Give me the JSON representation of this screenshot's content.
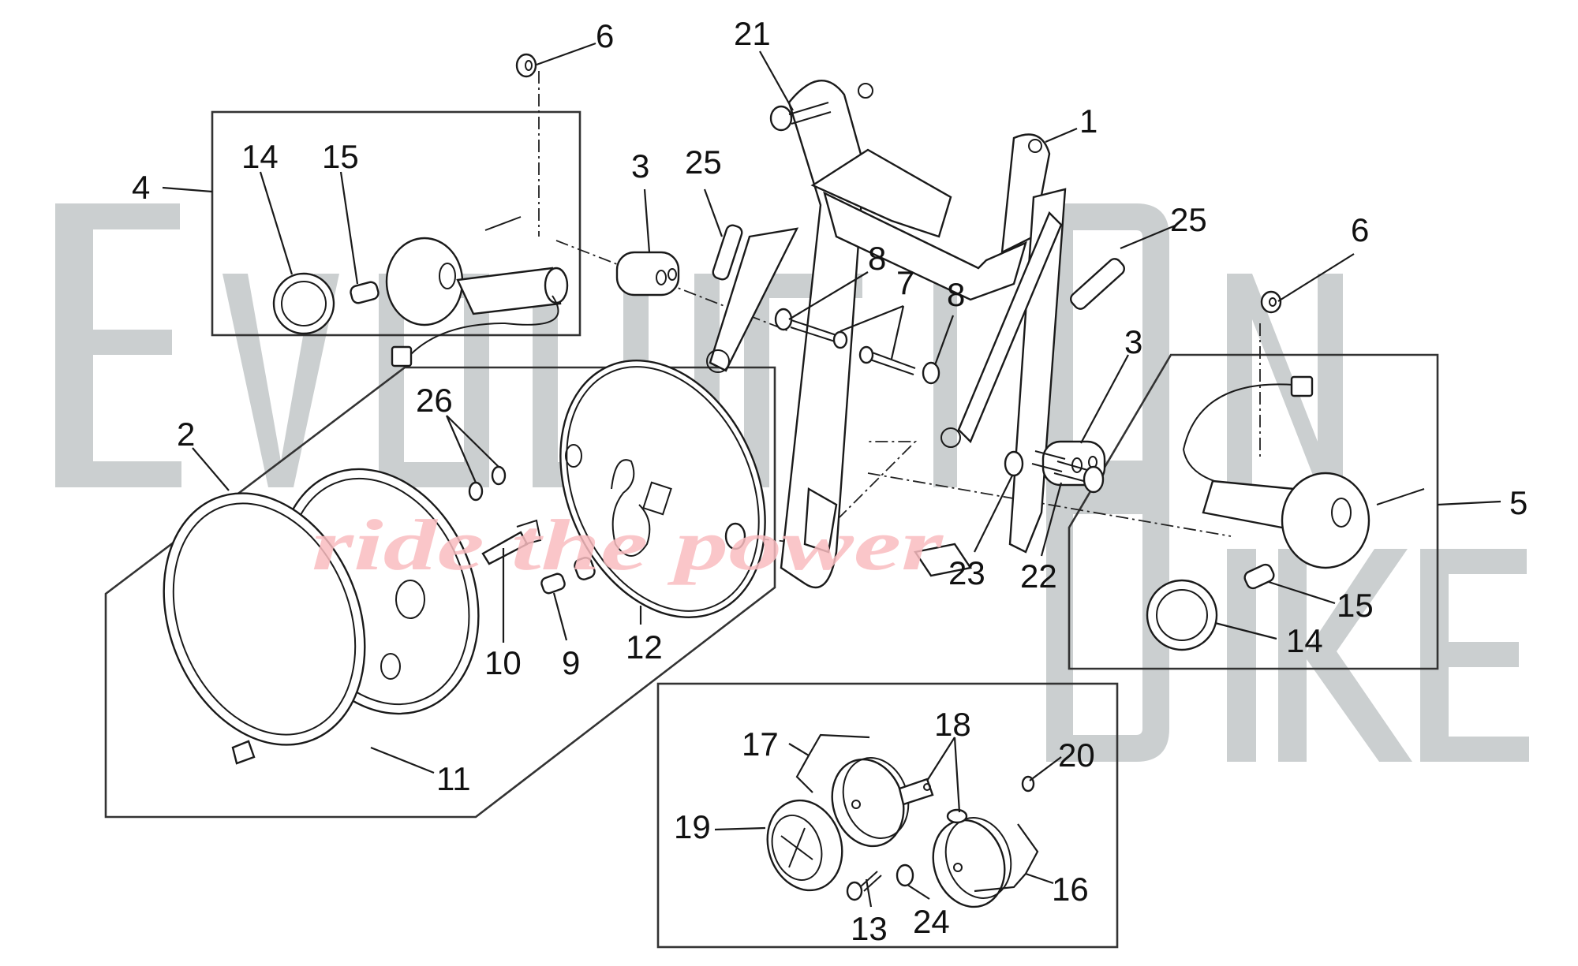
{
  "diagram": {
    "type": "exploded-parts-diagram",
    "subject": "Headlight, turn signals, bracket and horns assembly",
    "watermark": {
      "primary_text": "EVOLUTION",
      "secondary_text": "BIKE",
      "script_text": "ride the power",
      "primary_color": "#cbcfd0",
      "script_color": "#f9bcc0"
    },
    "groups": [
      {
        "id": "2",
        "name": "headlight-assembly-group",
        "contains": [
          "9",
          "10",
          "11",
          "12",
          "26"
        ]
      },
      {
        "id": "4",
        "name": "left-turn-signal-group",
        "contains": [
          "14",
          "15"
        ]
      },
      {
        "id": "5",
        "name": "right-turn-signal-group",
        "contains": [
          "14",
          "15"
        ]
      },
      {
        "id": "horns",
        "name": "horn-group",
        "contains": [
          "13",
          "16",
          "17",
          "18",
          "19",
          "20",
          "24"
        ]
      }
    ],
    "callouts": [
      {
        "key": "c1",
        "label": "1"
      },
      {
        "key": "c2",
        "label": "2"
      },
      {
        "key": "c3a",
        "label": "3"
      },
      {
        "key": "c3b",
        "label": "3"
      },
      {
        "key": "c4",
        "label": "4"
      },
      {
        "key": "c5",
        "label": "5"
      },
      {
        "key": "c6a",
        "label": "6"
      },
      {
        "key": "c6b",
        "label": "6"
      },
      {
        "key": "c7",
        "label": "7"
      },
      {
        "key": "c8a",
        "label": "8"
      },
      {
        "key": "c8b",
        "label": "8"
      },
      {
        "key": "c9",
        "label": "9"
      },
      {
        "key": "c10",
        "label": "10"
      },
      {
        "key": "c11",
        "label": "11"
      },
      {
        "key": "c12",
        "label": "12"
      },
      {
        "key": "c13",
        "label": "13"
      },
      {
        "key": "c14a",
        "label": "14"
      },
      {
        "key": "c14b",
        "label": "14"
      },
      {
        "key": "c15a",
        "label": "15"
      },
      {
        "key": "c15b",
        "label": "15"
      },
      {
        "key": "c16",
        "label": "16"
      },
      {
        "key": "c17",
        "label": "17"
      },
      {
        "key": "c18",
        "label": "18"
      },
      {
        "key": "c19",
        "label": "19"
      },
      {
        "key": "c20",
        "label": "20"
      },
      {
        "key": "c21",
        "label": "21"
      },
      {
        "key": "c22",
        "label": "22"
      },
      {
        "key": "c23",
        "label": "23"
      },
      {
        "key": "c24",
        "label": "24"
      },
      {
        "key": "c25a",
        "label": "25"
      },
      {
        "key": "c25b",
        "label": "25"
      },
      {
        "key": "c26",
        "label": "26"
      }
    ]
  }
}
